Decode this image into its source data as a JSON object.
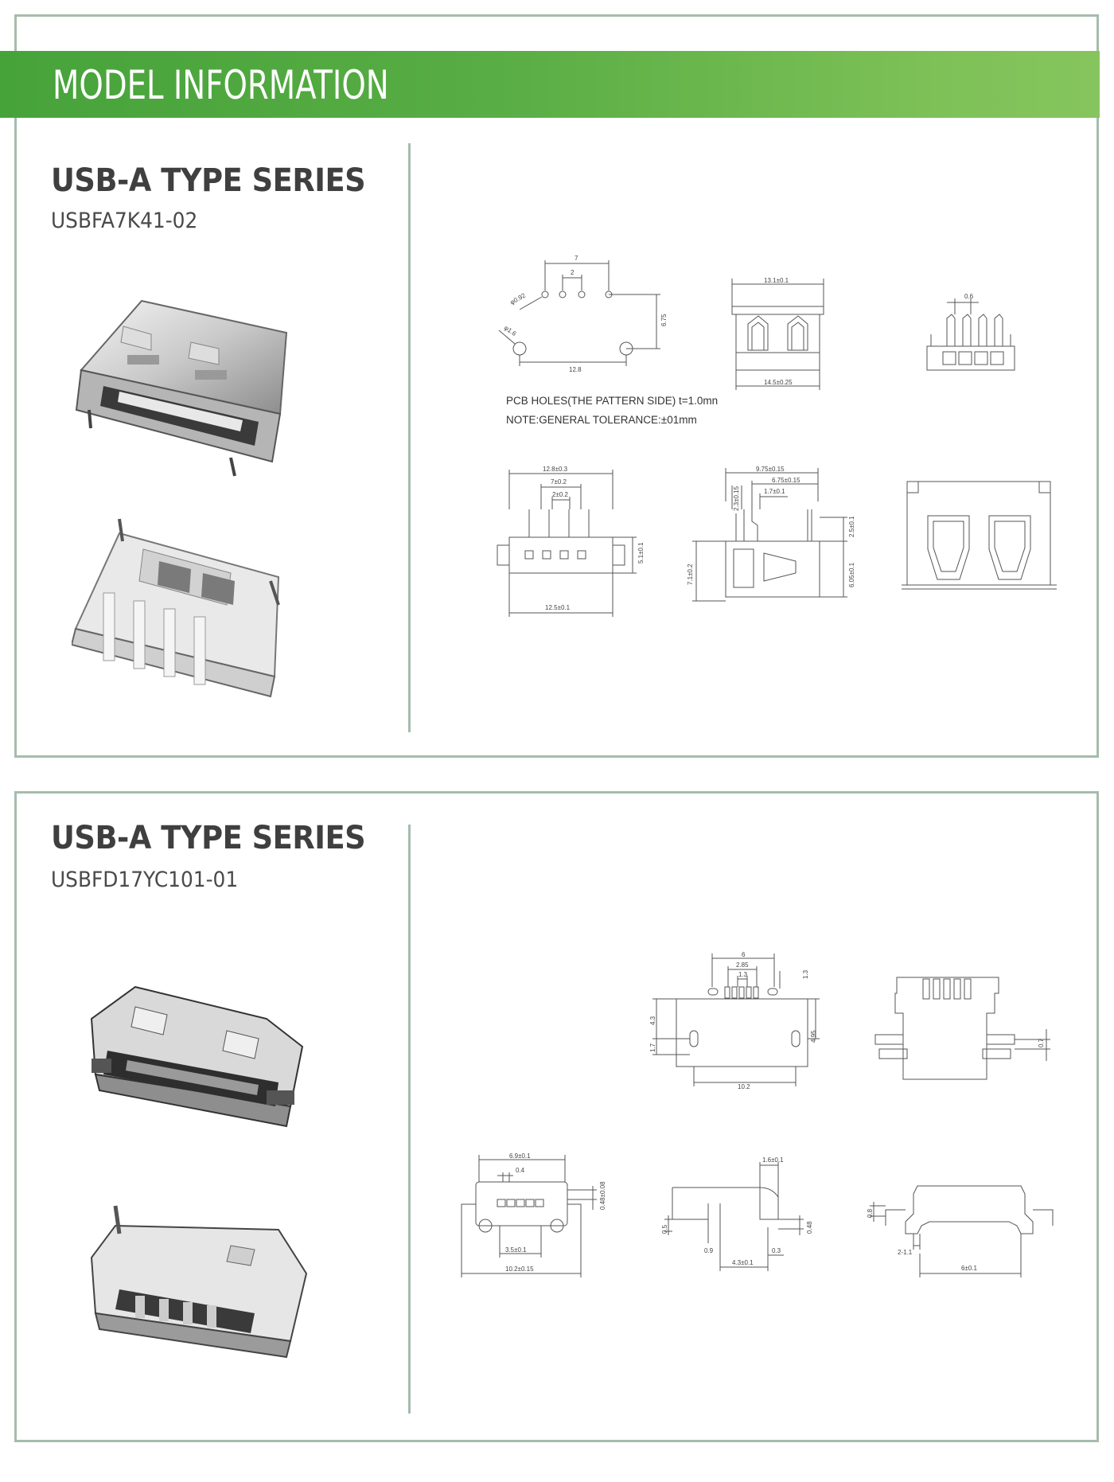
{
  "banner": {
    "title": "MODEL INFORMATION"
  },
  "colors": {
    "banner_start": "#46a33a",
    "banner_end": "#86c55d",
    "border": "#a6bcad"
  },
  "products": [
    {
      "series_title": "USB-A TYPE SERIES",
      "model": "USBFA7K41-02",
      "notes": [
        "PCB HOLES(THE PATTERN SIDE) t=1.0mn",
        "NOTE:GENERAL TOLERANCE:±01mm"
      ],
      "dims": {
        "holes_7": "7",
        "holes_2": "2",
        "holes_d092": "φ0.92",
        "holes_d16": "φ1.6",
        "holes_675": "6.75",
        "holes_128": "12.8",
        "front_131": "13.1±0.1",
        "front_145": "14.5±0.25",
        "side_06": "0.6",
        "pins_128": "12.8±0.3",
        "pins_7": "7±0.2",
        "pins_2": "2±0.2",
        "pins_51": "5.1±0.1",
        "pins_125": "12.5±0.1",
        "prof_975": "9.75±0.15",
        "prof_675": "6.75±0.15",
        "prof_17": "1.7±0.1",
        "prof_23": "2.3±0.15",
        "prof_25": "2.5±0.1",
        "prof_71": "7.1±0.2",
        "prof_605": "6.05±0.1"
      }
    },
    {
      "series_title": "USB-A TYPE SERIES",
      "model": "USBFD17YC101-01",
      "dims": {
        "top_6": "6",
        "top_285": "2.85",
        "top_13": "1.3",
        "top_13b": "1.3",
        "top_43": "4.3",
        "top_495": "4.95",
        "top_17": "1.7",
        "top_102": "10.2",
        "right_07": "0.7",
        "front_69": "6.9±0.1",
        "front_04": "0.4",
        "front_048": "0.48±0.08",
        "front_35": "3.5±0.1",
        "front_102": "10.2±0.15",
        "side_16": "1.6±0.1",
        "side_05": "0.5",
        "side_048": "0.48",
        "side_09": "0.9",
        "side_03": "0.3",
        "side_43": "4.3±0.1",
        "rear_08": "0.8",
        "rear_21": "2-1.1",
        "rear_6": "6±0.1"
      }
    }
  ]
}
